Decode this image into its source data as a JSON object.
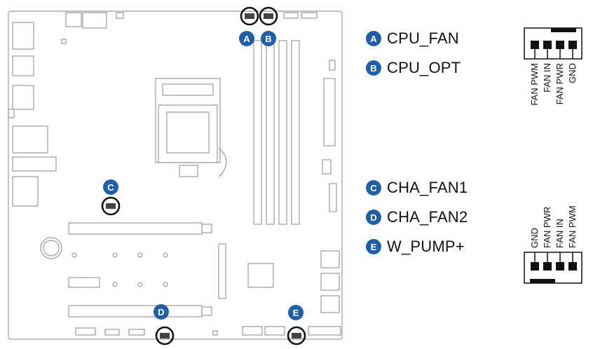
{
  "markers": {
    "A": "A",
    "B": "B",
    "C": "C",
    "D": "D",
    "E": "E"
  },
  "legend_top": [
    {
      "letter": "A",
      "label": "CPU_FAN"
    },
    {
      "letter": "B",
      "label": "CPU_OPT"
    }
  ],
  "legend_bottom": [
    {
      "letter": "C",
      "label": "CHA_FAN1"
    },
    {
      "letter": "D",
      "label": "CHA_FAN2"
    },
    {
      "letter": "E",
      "label": "W_PUMP+"
    }
  ],
  "pinout_top": [
    "FAN PWM",
    "FAN IN",
    "FAN PWR",
    "GND"
  ],
  "pinout_bottom": [
    "GND",
    "FAN PWR",
    "FAN IN",
    "FAN PWM"
  ],
  "colors": {
    "badge": "#1f5fa8",
    "outline": "#111111",
    "board_line": "#9a9a9a"
  }
}
